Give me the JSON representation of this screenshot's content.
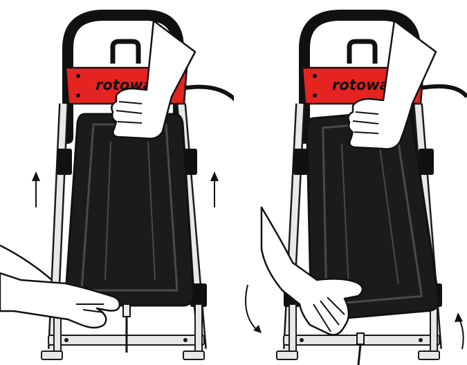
{
  "illustration": {
    "brand_text": "rotowash",
    "panels": [
      {
        "step": "lift",
        "arrows": "straight-up"
      },
      {
        "step": "tilt",
        "arrows": "curved-up"
      }
    ]
  },
  "colors": {
    "frame": "#e8e8e8",
    "frame_outline": "#1a1a1a",
    "handle": "#111111",
    "head": "#e52421",
    "tank": "#1b1b1b",
    "tank_highlight": "#4a4a4a",
    "hand_fill": "#ffffff"
  },
  "icons": [
    "arrow-up-icon",
    "curved-arrow-up-icon"
  ]
}
